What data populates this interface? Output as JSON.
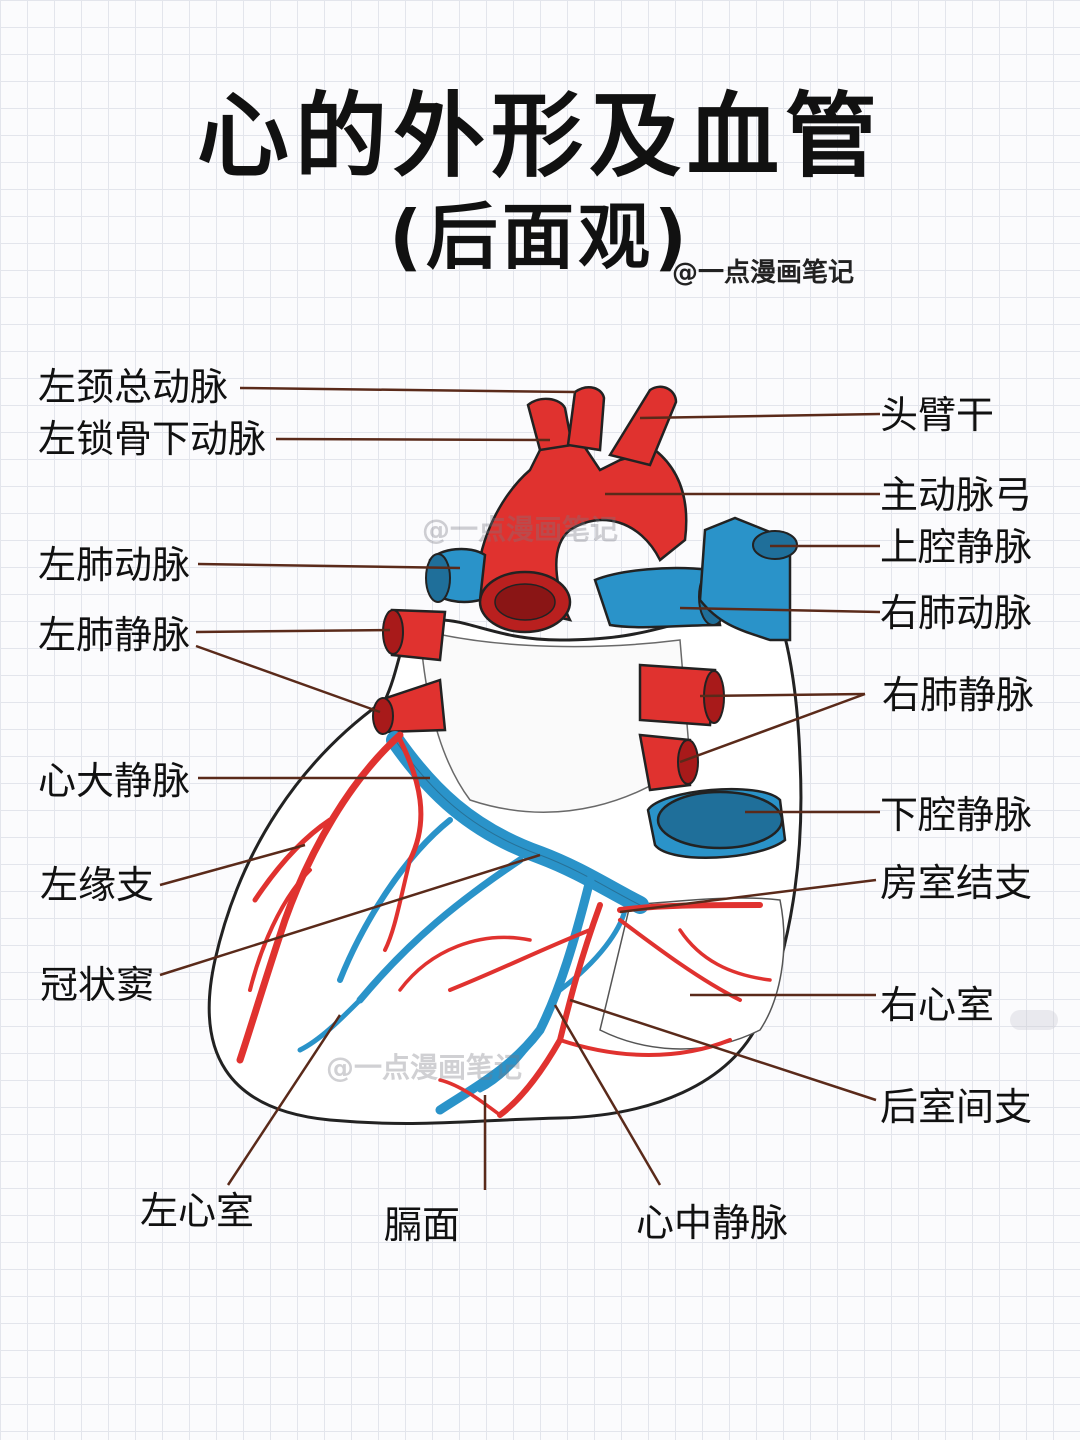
{
  "title": "心的外形及血管",
  "subtitle": "(后面观)",
  "credit": "@一点漫画笔记",
  "watermark": "@一点漫画笔记",
  "labels": {
    "left_common_carotid": "左颈总动脉",
    "left_subclavian": "左锁骨下动脉",
    "left_pulmonary_artery": "左肺动脉",
    "left_pulmonary_veins": "左肺静脉",
    "great_cardiac_vein": "心大静脉",
    "left_marginal_branch": "左缘支",
    "coronary_sinus": "冠状窦",
    "left_ventricle": "左心室",
    "diaphragmatic_surface": "膈面",
    "middle_cardiac_vein": "心中静脉",
    "brachiocephalic_trunk": "头臂干",
    "aortic_arch": "主动脉弓",
    "superior_vena_cava": "上腔静脉",
    "right_pulmonary_artery": "右肺动脉",
    "right_pulmonary_veins": "右肺静脉",
    "inferior_vena_cava": "下腔静脉",
    "atrioventricular_branch": "房室结支",
    "right_ventricle": "右心室",
    "posterior_interventricular_branch": "后室间支"
  },
  "colors": {
    "artery": "#e0322f",
    "vein": "#2a93c9",
    "leader": "#5a2a1a",
    "outline": "#222222"
  }
}
